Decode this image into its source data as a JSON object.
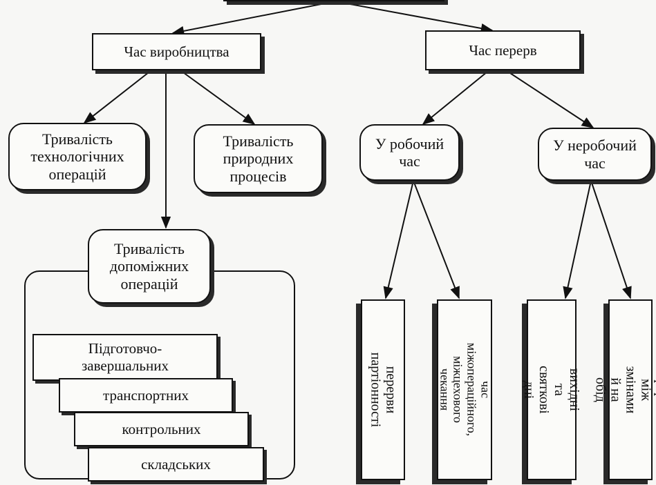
{
  "diagram": {
    "production_time": "Час виробництва",
    "break_time": "Час перерв",
    "tech_ops": "Тривалість\nтехнологічних\nоперацій",
    "natural_processes": "Тривалість\nприродних\nпроцесів",
    "aux_ops": "Тривалість\nдопоміжних\nоперацій",
    "aux_list": [
      "Підготовчо-\nзавершальних",
      "транспортних",
      "контрольних",
      "складських"
    ],
    "working_time": "У робочий\nчас",
    "nonworking_time": "У неробочий\nчас",
    "vertical": [
      "перерви\nпартіонності",
      "час міжопераційного,\nміжцехового чекання",
      "вихідні та\nсвяткові дні",
      "перерви між\nзмінами й на обід"
    ]
  }
}
